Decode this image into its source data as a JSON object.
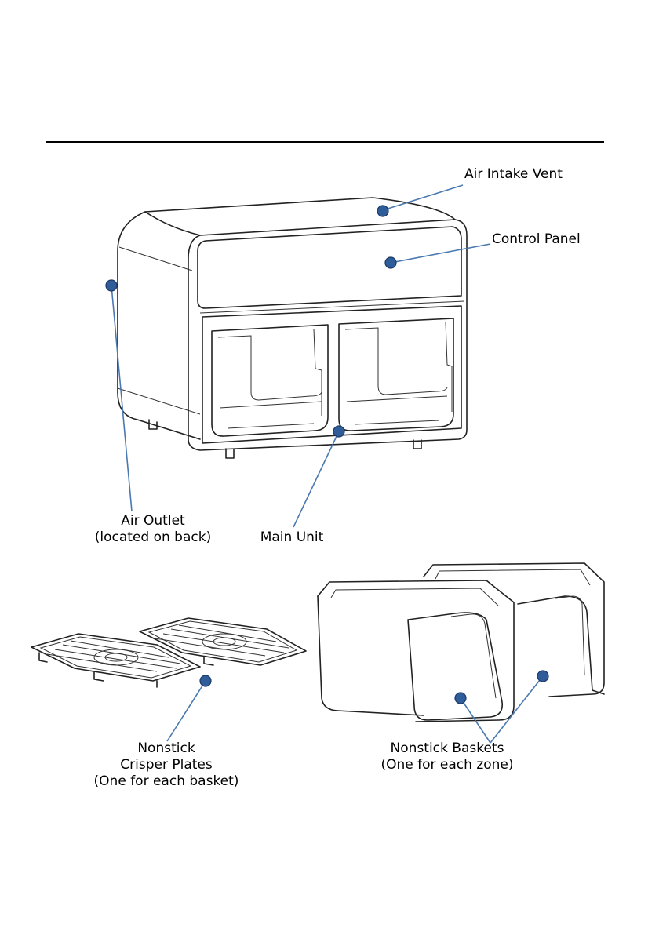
{
  "labels": {
    "air_intake": "Air Intake Vent",
    "control_panel": "Control Panel",
    "air_outlet_1": "Air Outlet",
    "air_outlet_2": "(located on back)",
    "main_unit": "Main Unit",
    "crisper_1": "Nonstick",
    "crisper_2": "Crisper Plates",
    "crisper_3": "(One for each basket)",
    "baskets_1": "Nonstick Baskets",
    "baskets_2": "(One for each zone)"
  },
  "colors": {
    "callout_dot": "#2f5d9a",
    "leader_line": "#4a78b0"
  }
}
